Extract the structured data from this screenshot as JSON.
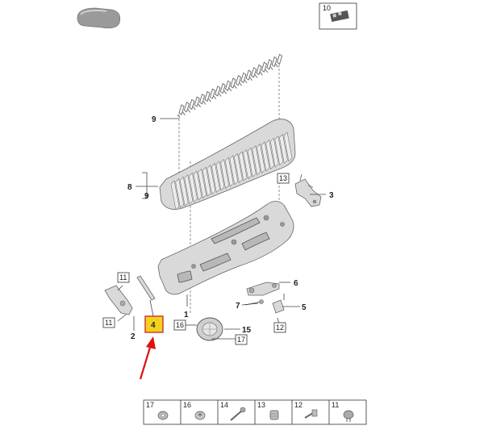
{
  "diagram": {
    "callouts": {
      "c1": "1",
      "c2": "2",
      "c3": "3",
      "c4": "4",
      "c5": "5",
      "c6": "6",
      "c7": "7",
      "c8": "8",
      "c9_top": "9",
      "c9_bracket": "9",
      "c15": "15"
    },
    "boxed_refs": {
      "b10": "10",
      "b13": "13",
      "b11a": "11",
      "b11b": "11",
      "b12": "12",
      "b16": "16",
      "b17": "17"
    },
    "highlighted_part": "4",
    "highlight_color": "#f2d31b",
    "arrow_color": "#e01010",
    "legend": [
      {
        "num": "17",
        "icon": "push-nut-icon"
      },
      {
        "num": "16",
        "icon": "clip-nut-icon"
      },
      {
        "num": "14",
        "icon": "screw-bolt-icon"
      },
      {
        "num": "13",
        "icon": "expansion-nut-icon"
      },
      {
        "num": "12",
        "icon": "spring-nut-icon"
      },
      {
        "num": "11",
        "icon": "rivet-icon"
      }
    ]
  }
}
